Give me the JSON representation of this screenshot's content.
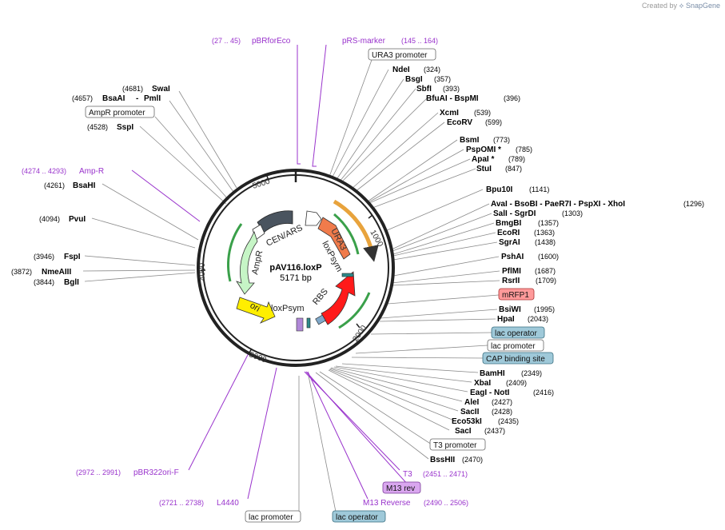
{
  "credit": {
    "prefix": "Created by",
    "brand": "SnapGene"
  },
  "plasmid": {
    "name": "pAV116.loxP",
    "size": "5171 bp"
  },
  "ticks": [
    "1000",
    "2000",
    "3000",
    "4000",
    "5000"
  ],
  "features": [
    "CEN/ARS",
    "URA3",
    "AmpR",
    "ori",
    "loxPsym",
    "loxPsym",
    "RBS"
  ],
  "sites": [
    {
      "name": "SwaI",
      "pos": "(4681)"
    },
    {
      "name": "BsaAI",
      "pos": "(4657)",
      "name2": "PmlI"
    },
    {
      "name": "SspI",
      "pos": "(4528)"
    },
    {
      "name": "BsaHI",
      "pos": "(4261)"
    },
    {
      "name": "PvuI",
      "pos": "(4094)"
    },
    {
      "name": "FspI",
      "pos": "(3946)"
    },
    {
      "name": "NmeAIII",
      "pos": "(3872)"
    },
    {
      "name": "BglI",
      "pos": "(3844)"
    },
    {
      "name": "NdeI",
      "pos": "(324)"
    },
    {
      "name": "BsgI",
      "pos": "(357)"
    },
    {
      "name": "SbfI",
      "pos": "(393)"
    },
    {
      "name": "BfuAI - BspMI",
      "pos": "(396)"
    },
    {
      "name": "XcmI",
      "pos": "(539)"
    },
    {
      "name": "EcoRV",
      "pos": "(599)"
    },
    {
      "name": "BsmI",
      "pos": "(773)"
    },
    {
      "name": "PspOMI *",
      "pos": "(785)"
    },
    {
      "name": "ApaI *",
      "pos": "(789)"
    },
    {
      "name": "StuI",
      "pos": "(847)"
    },
    {
      "name": "Bpu10I",
      "pos": "(1141)"
    },
    {
      "name": "AvaI - BsoBI - PaeR7I - PspXI - XhoI",
      "pos": "(1296)"
    },
    {
      "name": "SalI - SgrDI",
      "pos": "(1303)"
    },
    {
      "name": "BmgBI",
      "pos": "(1357)"
    },
    {
      "name": "EcoRI",
      "pos": "(1363)"
    },
    {
      "name": "SgrAI",
      "pos": "(1438)"
    },
    {
      "name": "PshAI",
      "pos": "(1600)"
    },
    {
      "name": "PflMI",
      "pos": "(1687)"
    },
    {
      "name": "RsrII",
      "pos": "(1709)"
    },
    {
      "name": "BsiWI",
      "pos": "(1995)"
    },
    {
      "name": "HpaI",
      "pos": "(2043)"
    },
    {
      "name": "BamHI",
      "pos": "(2349)"
    },
    {
      "name": "XbaI",
      "pos": "(2409)"
    },
    {
      "name": "EagI - NotI",
      "pos": "(2416)"
    },
    {
      "name": "AleI",
      "pos": "(2427)"
    },
    {
      "name": "SacII",
      "pos": "(2428)"
    },
    {
      "name": "Eco53kI",
      "pos": "(2435)"
    },
    {
      "name": "SacI",
      "pos": "(2437)"
    },
    {
      "name": "BssHII",
      "pos": "(2470)"
    }
  ],
  "boxes": [
    "URA3 promoter",
    "AmpR promoter",
    "mRFP1",
    "lac operator",
    "lac promoter",
    "CAP binding site",
    "T3 promoter",
    "M13 rev",
    "lac promoter",
    "lac operator"
  ],
  "primers": [
    {
      "name": "pBRforEco",
      "range": "(27 .. 45)"
    },
    {
      "name": "pRS-marker",
      "range": "(145 .. 164)"
    },
    {
      "name": "Amp-R",
      "range": "(4274 .. 4293)"
    },
    {
      "name": "pBR322ori-F",
      "range": "(2972 .. 2991)"
    },
    {
      "name": "L4440",
      "range": "(2721 .. 2738)"
    },
    {
      "name": "T3",
      "range": "(2451 .. 2471)"
    },
    {
      "name": "M13 Reverse",
      "range": "(2490 .. 2506)"
    }
  ]
}
